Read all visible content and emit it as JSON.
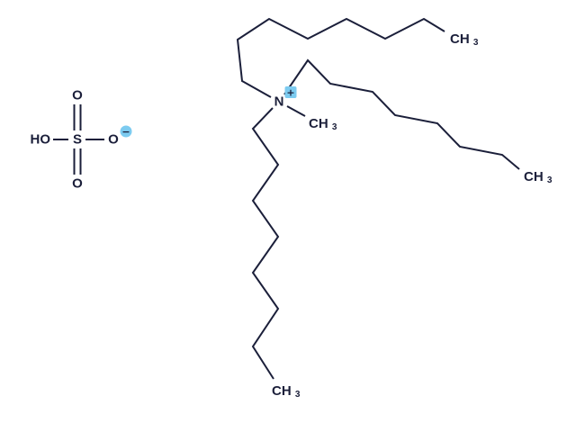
{
  "page": {
    "background_color": "#ffffff"
  },
  "molecule": {
    "ink_color": "#1b1f3a",
    "charge_highlight_color": "#7ccbf0",
    "anion": {
      "ho_label": "HO",
      "sulfur_label": "S",
      "oxygen_top_label": "O",
      "oxygen_bottom_label": "O",
      "oxygen_right_label": "O",
      "minus_charge": "−"
    },
    "cation": {
      "nitrogen_label": "N",
      "plus_charge": "+",
      "methyl": {
        "text": "CH",
        "subscript": "3"
      },
      "octyl_top_terminal": {
        "text": "CH",
        "subscript": "3"
      },
      "octyl_right_terminal": {
        "text": "CH",
        "subscript": "3"
      },
      "octyl_bottom_terminal": {
        "text": "CH",
        "subscript": "3"
      }
    }
  }
}
